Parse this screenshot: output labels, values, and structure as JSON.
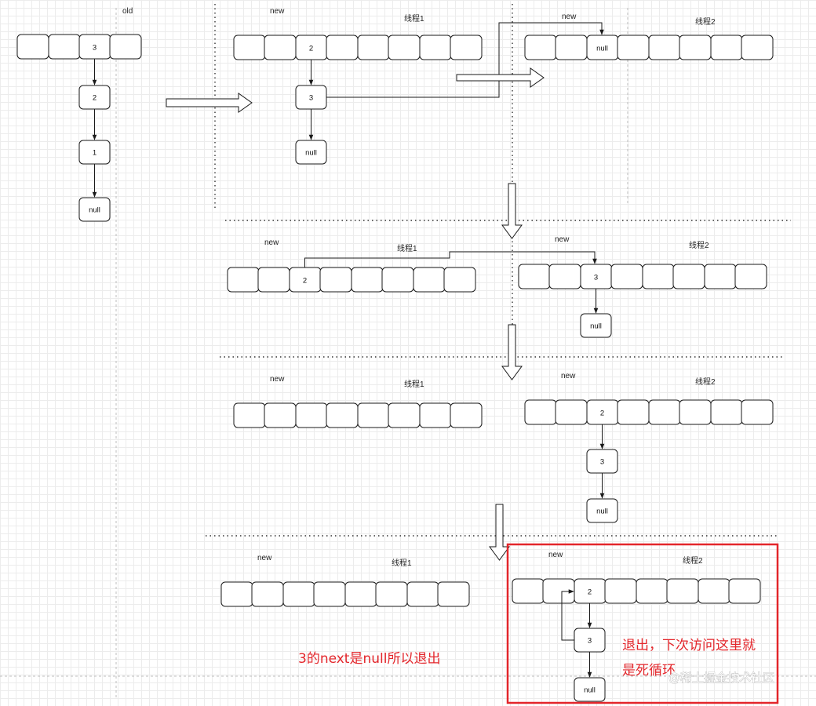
{
  "labels": {
    "old": "old",
    "new": "new",
    "thread1": "线程1",
    "thread2": "线程2",
    "null_text": "null"
  },
  "nodes": {
    "n1": "1",
    "n2": "2",
    "n3": "3"
  },
  "annotations": {
    "exit_note": "3的next是null所以退出",
    "loop_note_line1": "退出，下次访问这里就",
    "loop_note_line2": "是死循环"
  },
  "watermark": "@稀土掘金技术社区",
  "colors": {
    "highlight_red": "#e3262b",
    "line": "#1a1a1a"
  }
}
